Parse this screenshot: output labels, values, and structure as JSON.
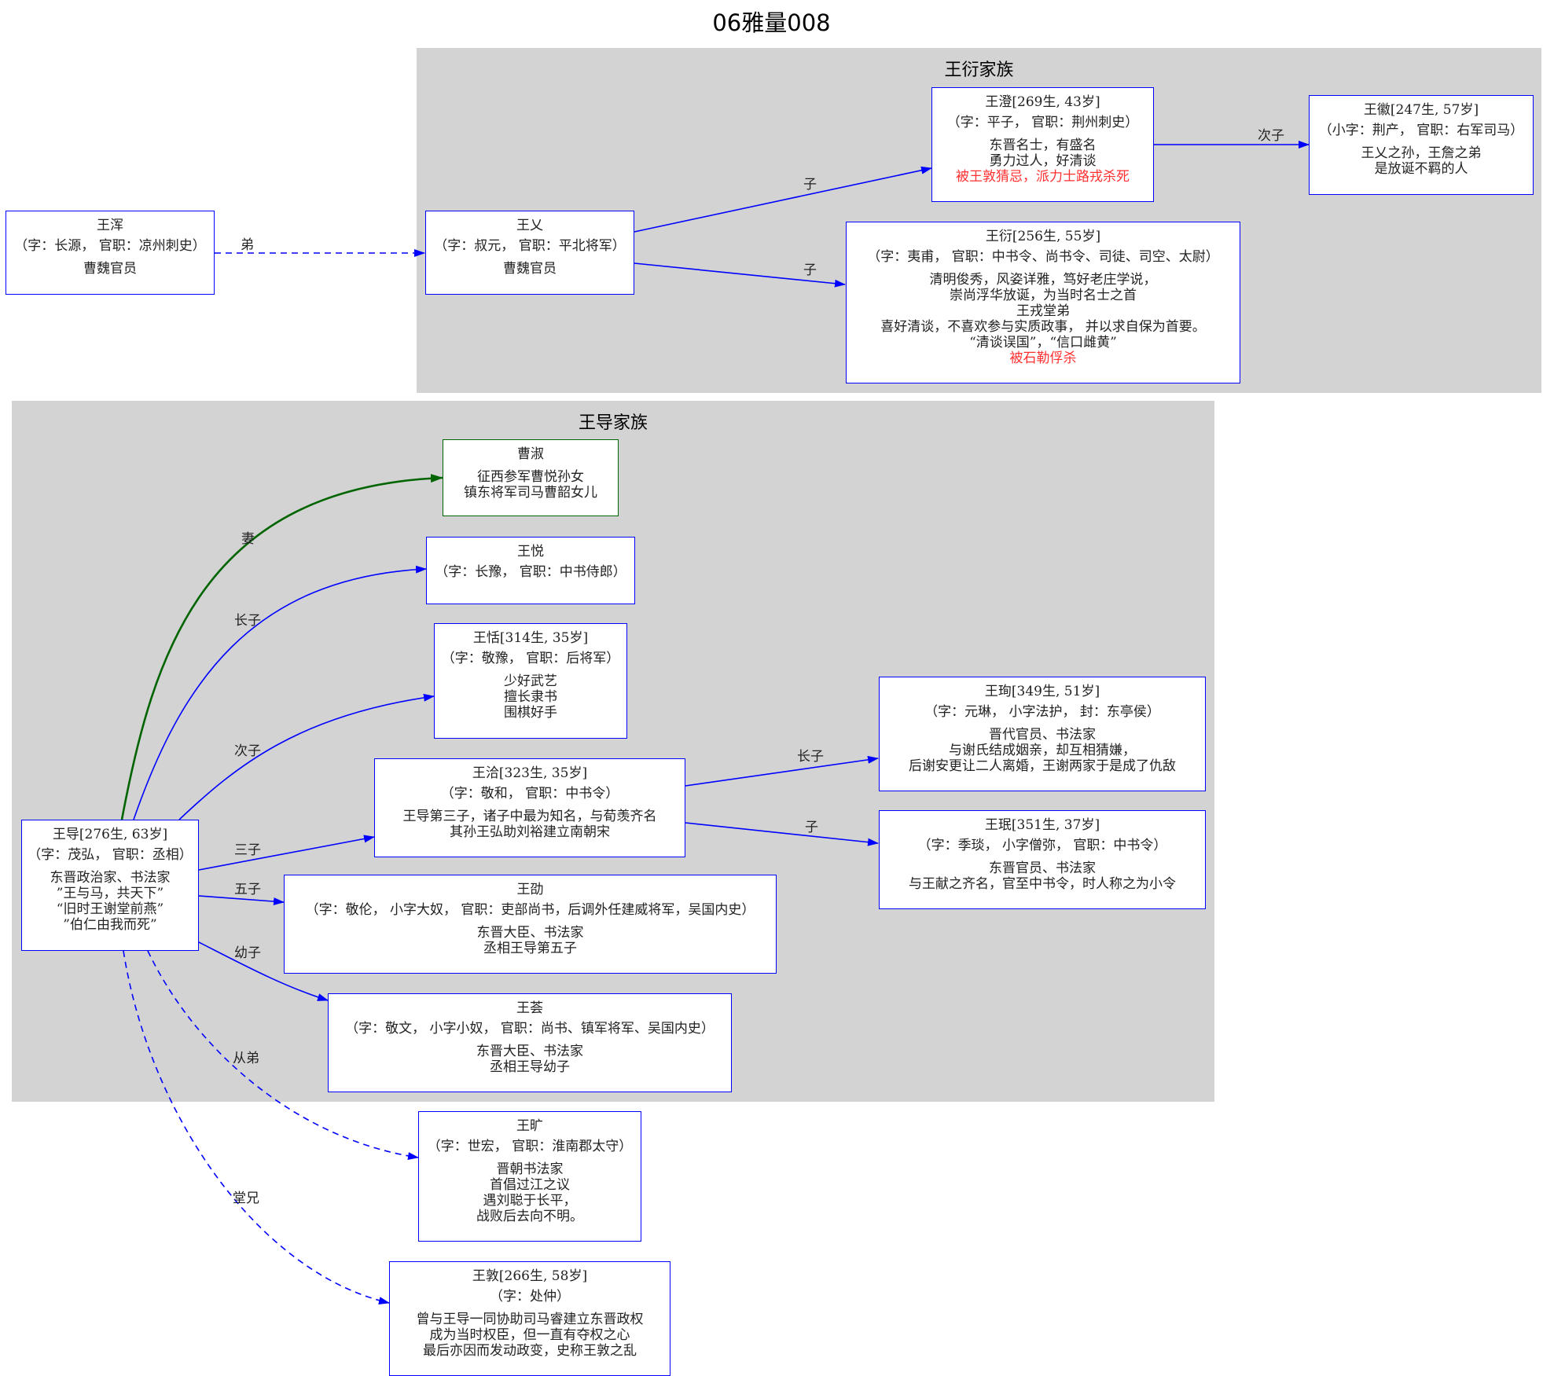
{
  "title": "06雅量008",
  "clusters": {
    "wangyan": "王衍家族",
    "wangdao": "王导家族"
  },
  "nodes": {
    "wanghun": {
      "name": "王浑",
      "sub": "（字：长源， 官职：凉州刺史）",
      "desc": [
        "曹魏官员"
      ]
    },
    "wangyi": {
      "name": "王乂",
      "sub": "（字：叔元， 官职：平北将军）",
      "desc": [
        "曹魏官员"
      ]
    },
    "wangcheng": {
      "name": "王澄[269生, 43岁]",
      "sub": "（字：平子， 官职：荆州刺史）",
      "desc": [
        "东晋名士，有盛名",
        "勇力过人，好清谈"
      ],
      "warn": "被王敦猜忌，派力士路戎杀死"
    },
    "wanghui": {
      "name": "王徽[247生, 57岁]",
      "sub": "（小字：荆产， 官职：右军司马）",
      "desc": [
        "王乂之孙，王詹之弟",
        "是放诞不羁的人"
      ]
    },
    "wangyan": {
      "name": "王衍[256生, 55岁]",
      "sub": "（字：夷甫， 官职：中书令、尚书令、司徒、司空、太尉）",
      "desc": [
        "清明俊秀，风姿详雅，笃好老庄学说，",
        "崇尚浮华放诞，为当时名士之首",
        "王戎堂弟",
        "喜好清谈，不喜欢参与实质政事， 并以求自保为首要。",
        "“清谈误国”，“信口雌黄”"
      ],
      "warn": "被石勒俘杀"
    },
    "caoshu": {
      "name": "曹淑",
      "desc": [
        "征西参军曹悦孙女",
        "镇东将军司马曹韶女儿"
      ]
    },
    "wangyue": {
      "name": "王悦",
      "sub": "（字：长豫， 官职：中书侍郎）"
    },
    "wangtian": {
      "name": "王恬[314生, 35岁]",
      "sub": "（字：敬豫， 官职：后将军）",
      "desc": [
        "少好武艺",
        "擅长隶书",
        "围棋好手"
      ]
    },
    "wangqia": {
      "name": "王洽[323生, 35岁]",
      "sub": "（字：敬和， 官职：中书令）",
      "desc": [
        "王导第三子，诸子中最为知名，与荀羡齐名",
        "其孙王弘助刘裕建立南朝宋"
      ]
    },
    "wangxun": {
      "name": "王珣[349生, 51岁]",
      "sub": "（字：元琳， 小字法护， 封：东亭侯）",
      "desc": [
        "晋代官员、书法家",
        "与谢氏结成姻亲，却互相猜嫌，",
        "后谢安更让二人离婚，王谢两家于是成了仇敌"
      ]
    },
    "wangmin": {
      "name": "王珉[351生, 37岁]",
      "sub": "（字：季琰， 小字僧弥， 官职：中书令）",
      "desc": [
        "东晋官员、书法家",
        "与王献之齐名，官至中书令，时人称之为小令"
      ]
    },
    "wangdao": {
      "name": "王导[276生, 63岁]",
      "sub": "（字：茂弘， 官职：丞相）",
      "desc": [
        "东晋政治家、书法家",
        "”王与马，共天下”",
        "“旧时王谢堂前燕”",
        "”伯仁由我而死”"
      ]
    },
    "wangshao": {
      "name": "王劭",
      "sub": "（字：敬伦， 小字大奴， 官职：吏部尚书，后调外任建威将军，吴国内史）",
      "desc": [
        "东晋大臣、书法家",
        "丞相王导第五子"
      ]
    },
    "wanghui2": {
      "name": "王荟",
      "sub": "（字：敬文， 小字小奴， 官职：尚书、镇军将军、吴国内史）",
      "desc": [
        "东晋大臣、书法家",
        "丞相王导幼子"
      ]
    },
    "wangkuang": {
      "name": "王旷",
      "sub": "（字：世宏， 官职：淮南郡太守）",
      "desc": [
        "晋朝书法家",
        "首倡过江之议",
        "遇刘聪于长平，",
        "战败后去向不明。"
      ]
    },
    "wangdun": {
      "name": "王敦[266生, 58岁]",
      "sub": "（字：处仲）",
      "desc": [
        "曾与王导一同协助司马睿建立东晋政权",
        "成为当时权臣，但一直有夺权之心",
        "最后亦因而发动政变，史称王敦之乱"
      ]
    }
  },
  "edges": {
    "hun_yi": "弟",
    "yi_cheng": "子",
    "yi_yan": "子",
    "cheng_hui": "次子",
    "dao_shu": "妻",
    "dao_yue": "长子",
    "dao_tian": "次子",
    "dao_qia": "三子",
    "dao_shao": "五子",
    "dao_hui": "幼子",
    "dao_kuang": "从弟",
    "dao_dun": "堂兄",
    "qia_xun": "长子",
    "qia_min": "子"
  },
  "colors": {
    "node_border": "#0000ff",
    "wife_border": "#006400",
    "edge": "#0000ff",
    "wife_edge": "#006400",
    "cluster_bg": "#d3d3d3",
    "warn_text": "#ff3030"
  }
}
